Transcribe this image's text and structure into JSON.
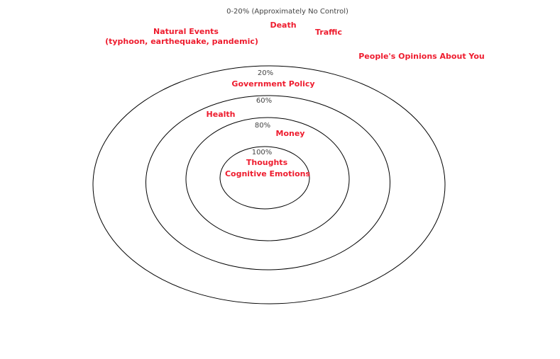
{
  "header_note": "0-20% (Approximately No Control)",
  "outside_items": {
    "natural_events": "Natural Events",
    "natural_events_detail": "(typhoon, earthequake, pandemic)",
    "death": "Death",
    "traffic": "Traffic",
    "opinions": "People's Opinions About You"
  },
  "rings": [
    {
      "percent": "20%",
      "items": [
        "Government Policy"
      ]
    },
    {
      "percent": "60%",
      "items": [
        "Health"
      ]
    },
    {
      "percent": "80%",
      "items": [
        "Money"
      ]
    },
    {
      "percent": "100%",
      "items": [
        "Thoughts",
        "Cognitive Emotions"
      ]
    }
  ],
  "colors": {
    "label": "#ee1c2e",
    "percent": "#444444",
    "ring": "#000000"
  }
}
